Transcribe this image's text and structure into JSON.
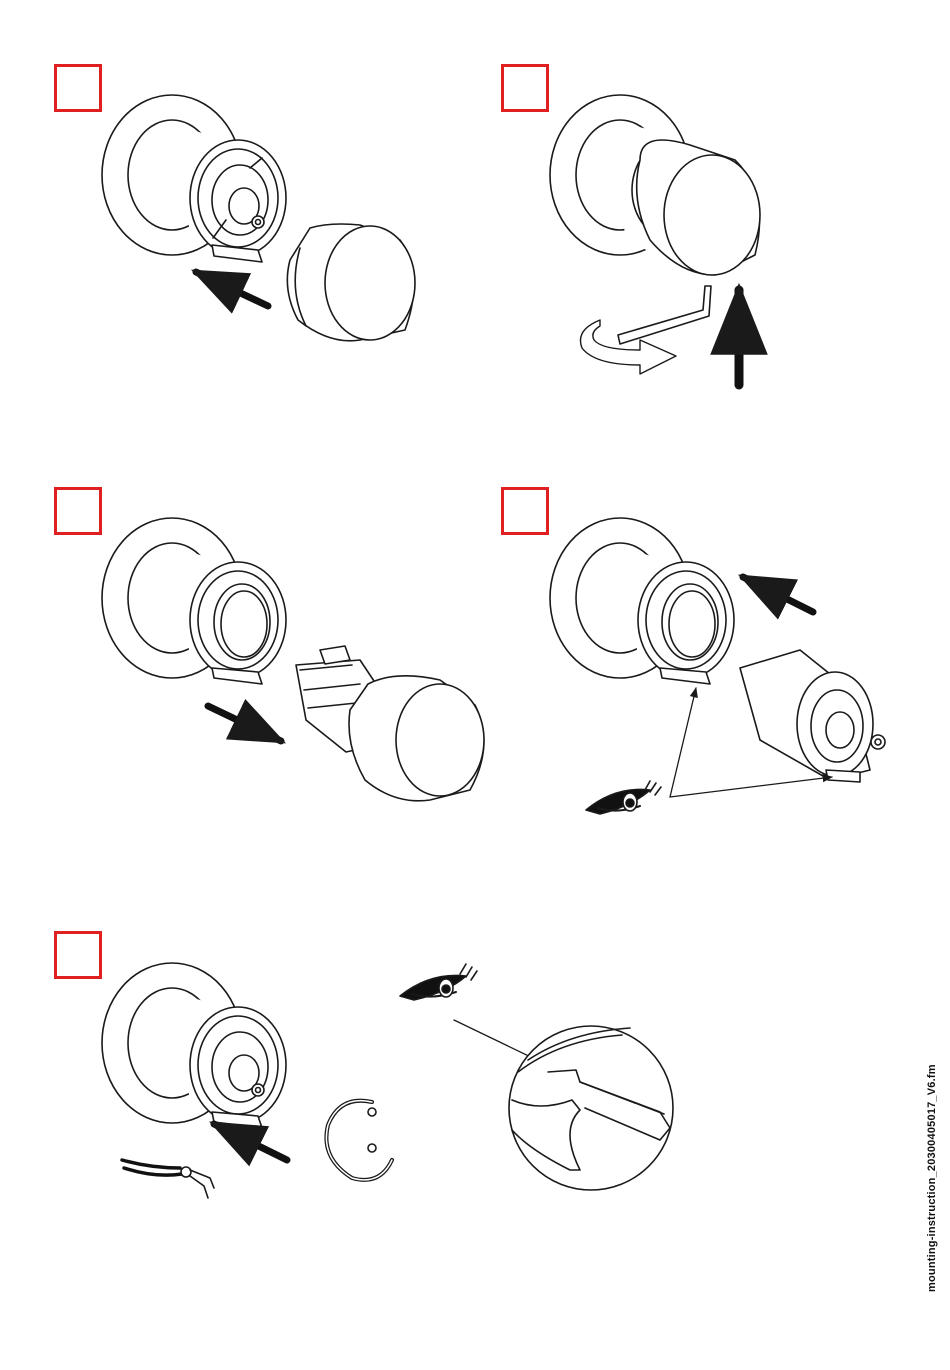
{
  "colors": {
    "step_box": "#e02020",
    "line": "#1a1a1a",
    "fill": "#ffffff",
    "arrow": "#111111"
  },
  "footer": {
    "file_name": "mounting-instruction_20300405017_V6.fm"
  },
  "steps": [
    {
      "id": 1,
      "content": "remove-cap"
    },
    {
      "id": 2,
      "content": "loosen-with-hex-key"
    },
    {
      "id": 3,
      "content": "pull-out-cartridge"
    },
    {
      "id": 4,
      "content": "insert-cartridge-check-alignment"
    },
    {
      "id": 5,
      "content": "fit-retaining-ring-with-pliers"
    }
  ],
  "icons": [
    "eye-icon",
    "arrow-icon",
    "hex-key-icon",
    "circlip-pliers-icon",
    "retaining-ring-icon",
    "rotate-arrow-icon"
  ]
}
